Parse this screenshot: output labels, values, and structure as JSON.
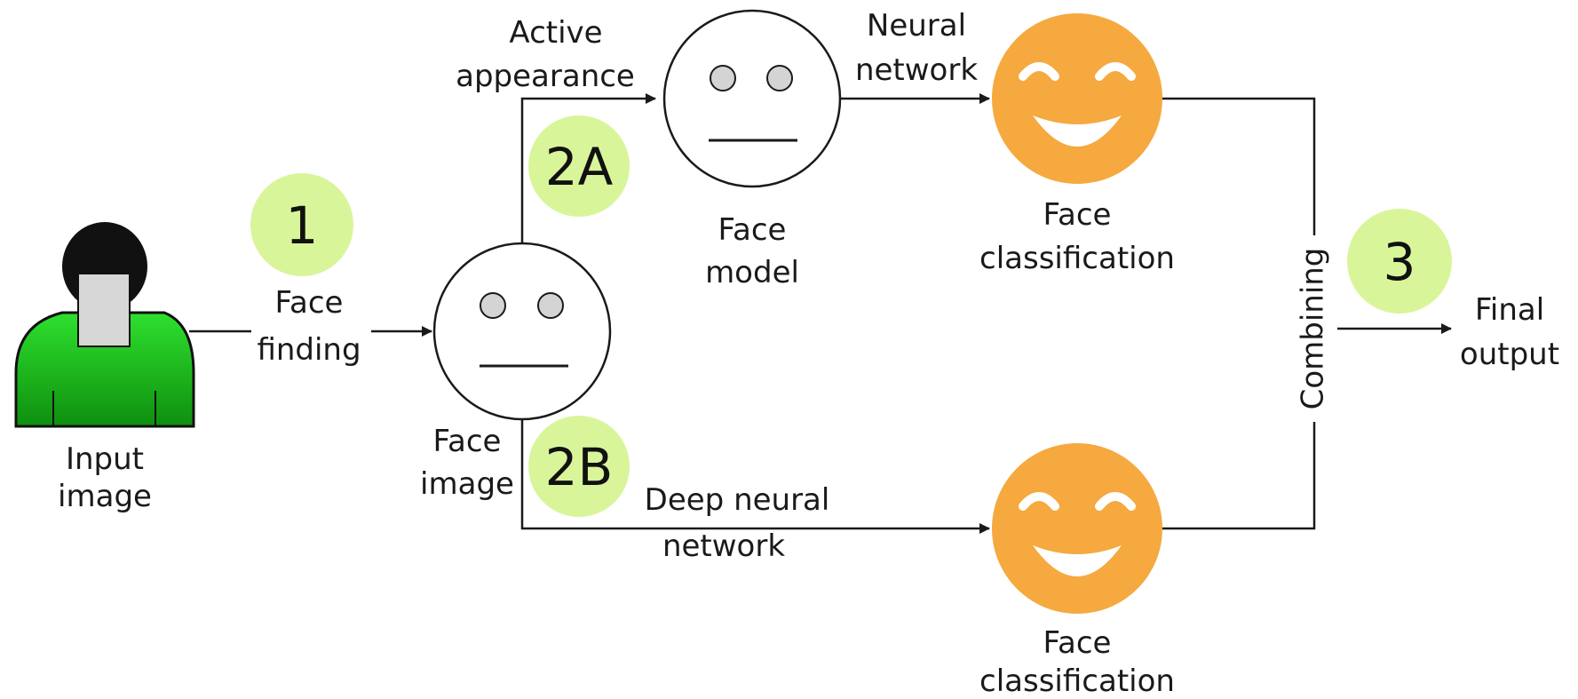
{
  "input_image": {
    "line1": "Input",
    "line2": "image"
  },
  "face_finding": {
    "line1": "Face",
    "line2": "finding"
  },
  "face_image": {
    "line1": "Face",
    "line2": "image"
  },
  "active_appearance": {
    "line1": "Active",
    "line2": "appearance"
  },
  "face_model": {
    "line1": "Face",
    "line2": "model"
  },
  "neural_network": {
    "line1": "Neural",
    "line2": "network"
  },
  "deep_neural_network": {
    "line1": "Deep neural",
    "line2": "network"
  },
  "face_classification_top": {
    "line1": "Face",
    "line2": "classification"
  },
  "face_classification_bottom": {
    "line1": "Face",
    "line2": "classification"
  },
  "combining": "Combining",
  "final_output": {
    "line1": "Final",
    "line2": "output"
  },
  "badges": {
    "step1": "1",
    "step2a": "2A",
    "step2b": "2B",
    "step3": "3"
  },
  "colors": {
    "badge": "#d9f59a",
    "smiley": "#f5a93f",
    "person_body": "#1ec21e",
    "person_head": "#111111",
    "neutral_eye": "#d4d4d4"
  }
}
